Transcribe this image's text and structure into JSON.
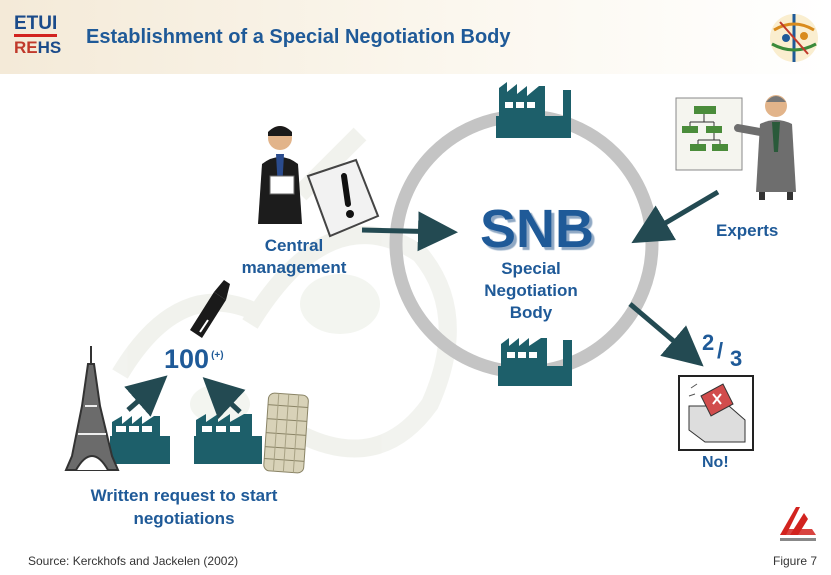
{
  "header": {
    "logo_line1": "ETUI",
    "logo_line2_red": "RE",
    "logo_line2_blue": "HS",
    "title": "Establishment of a Special Negotiation Body"
  },
  "center": {
    "acronym": "SNB",
    "sub1": "Special",
    "sub2": "Negotiation",
    "sub3": "Body"
  },
  "labels": {
    "central_1": "Central",
    "central_2": "management",
    "experts": "Experts",
    "count": "100",
    "count_sup": "(+)",
    "ratio_num": "2",
    "ratio_slash": "/",
    "ratio_den": "3",
    "no": "No!",
    "request_1": "Written request to start",
    "request_2": "negotiations"
  },
  "footer": {
    "source": "Source: Kerckhofs and Jackelen (2002)",
    "figure": "Figure 7"
  },
  "colors": {
    "brand_blue": "#1f5a98",
    "factory_teal": "#1d5f6a",
    "arrow": "#234a52",
    "ring": "#c4c4c4"
  }
}
